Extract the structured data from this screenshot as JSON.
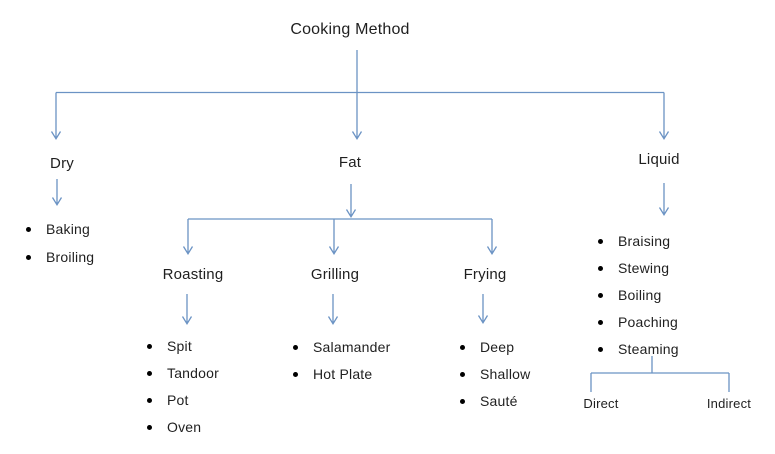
{
  "diagram": {
    "title": "Cooking Method",
    "colors": {
      "line": "#6b93c4",
      "text": "#1f1f1f",
      "bullet": "#000000",
      "background": "#ffffff"
    },
    "branches": {
      "dry": {
        "label": "Dry",
        "items": [
          "Baking",
          "Broiling"
        ]
      },
      "fat": {
        "label": "Fat"
      },
      "liquid": {
        "label": "Liquid",
        "items": [
          "Braising",
          "Stewing",
          "Boiling",
          "Poaching",
          "Steaming"
        ]
      },
      "roasting": {
        "label": "Roasting",
        "items": [
          "Spit",
          "Tandoor",
          "Pot",
          "Oven"
        ]
      },
      "grilling": {
        "label": "Grilling",
        "items": [
          "Salamander",
          "Hot Plate"
        ]
      },
      "frying": {
        "label": "Frying",
        "items": [
          "Deep",
          "Shallow",
          "Sauté"
        ]
      },
      "steaming_sub": {
        "left": "Direct",
        "right": "Indirect"
      }
    }
  }
}
